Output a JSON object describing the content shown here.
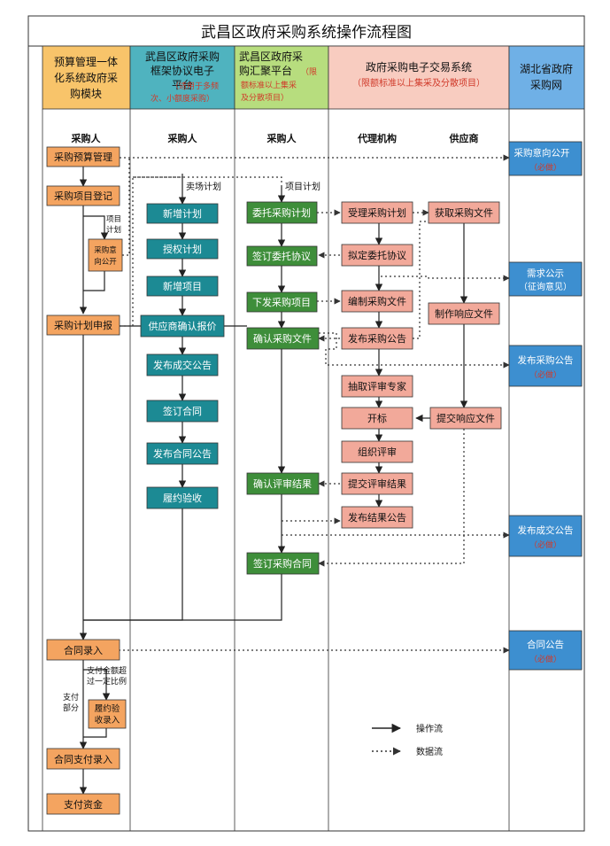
{
  "title": "武昌区政府采购系统操作流程图",
  "columns": {
    "c1": {
      "title": "预算管理一体化系统政府采购模块",
      "role": "采购人"
    },
    "c2": {
      "title": "武昌区政府采购框架协议电子平台",
      "note": "（适用于多频次、小额度采购）",
      "role": "采购人"
    },
    "c3": {
      "title": "武昌区政府采购汇聚平台",
      "note": "（限额标准以上集采及分散项目）",
      "role": "采购人"
    },
    "c4": {
      "title": "政府采购电子交易系统",
      "note": "（限额标准以上集采及分散项目）",
      "role_agency": "代理机构",
      "role_supplier": "供应商"
    },
    "c5": {
      "title": "湖北省政府采购网"
    }
  },
  "boxes": {
    "budget_mgmt": "采购预算管理",
    "project_register": "采购项目登记",
    "intent_public_local": "采购意向公开",
    "plan_declare": "采购计划申报",
    "contract_entry": "合同录入",
    "acceptance_entry": "履约验收录入",
    "payment_entry": "合同支付录入",
    "pay_funds": "支付资金",
    "new_plan": "新增计划",
    "authorize_plan": "授权计划",
    "new_project": "新增项目",
    "supplier_quote": "供应商确认报价",
    "publish_deal": "发布成交公告",
    "sign_contract_fw": "签订合同",
    "publish_contract_fw": "发布合同公告",
    "perform_accept": "履约验收",
    "entrust_plan": "委托采购计划",
    "sign_entrust": "签订委托协议",
    "issue_project": "下发采购项目",
    "confirm_docs": "确认采购文件",
    "confirm_review": "确认评审结果",
    "sign_contract": "签订采购合同",
    "accept_plan": "受理采购计划",
    "draft_entrust": "拟定委托协议",
    "compile_docs": "编制采购文件",
    "publish_notice": "发布采购公告",
    "extract_experts": "抽取评审专家",
    "open_bid": "开标",
    "organize_review": "组织评审",
    "submit_review": "提交评审结果",
    "publish_result": "发布结果公告",
    "get_docs": "获取采购文件",
    "make_response": "制作响应文件",
    "submit_response": "提交响应文件",
    "hb_intent": "采购意向公开",
    "hb_demand": "需求公示",
    "hb_demand_note": "（征询意见）",
    "hb_notice": "发布采购公告",
    "hb_deal": "发布成交公告",
    "hb_contract": "合同公告",
    "required": "（必做）"
  },
  "labels": {
    "market_plan": "卖场计划",
    "project_plan": "项目计划",
    "project_plan_vertical": "项目计划",
    "pay_ratio": "支付金额超过一定比例",
    "pay_part": "支付部分"
  },
  "legend": {
    "operation": "操作流",
    "data": "数据流"
  },
  "colors": {
    "orange": "#F4A460",
    "teal": "#1C8A94",
    "green": "#3E8E3A",
    "pink": "#F2A99A",
    "blue": "#3D8FD0",
    "header_orange": "#F8C46A",
    "header_teal": "#4FB3BF",
    "header_green": "#B7DD7E",
    "header_pink": "#F8CCC0",
    "header_blue": "#6FB0E6",
    "note_red": "#D03A2A"
  }
}
